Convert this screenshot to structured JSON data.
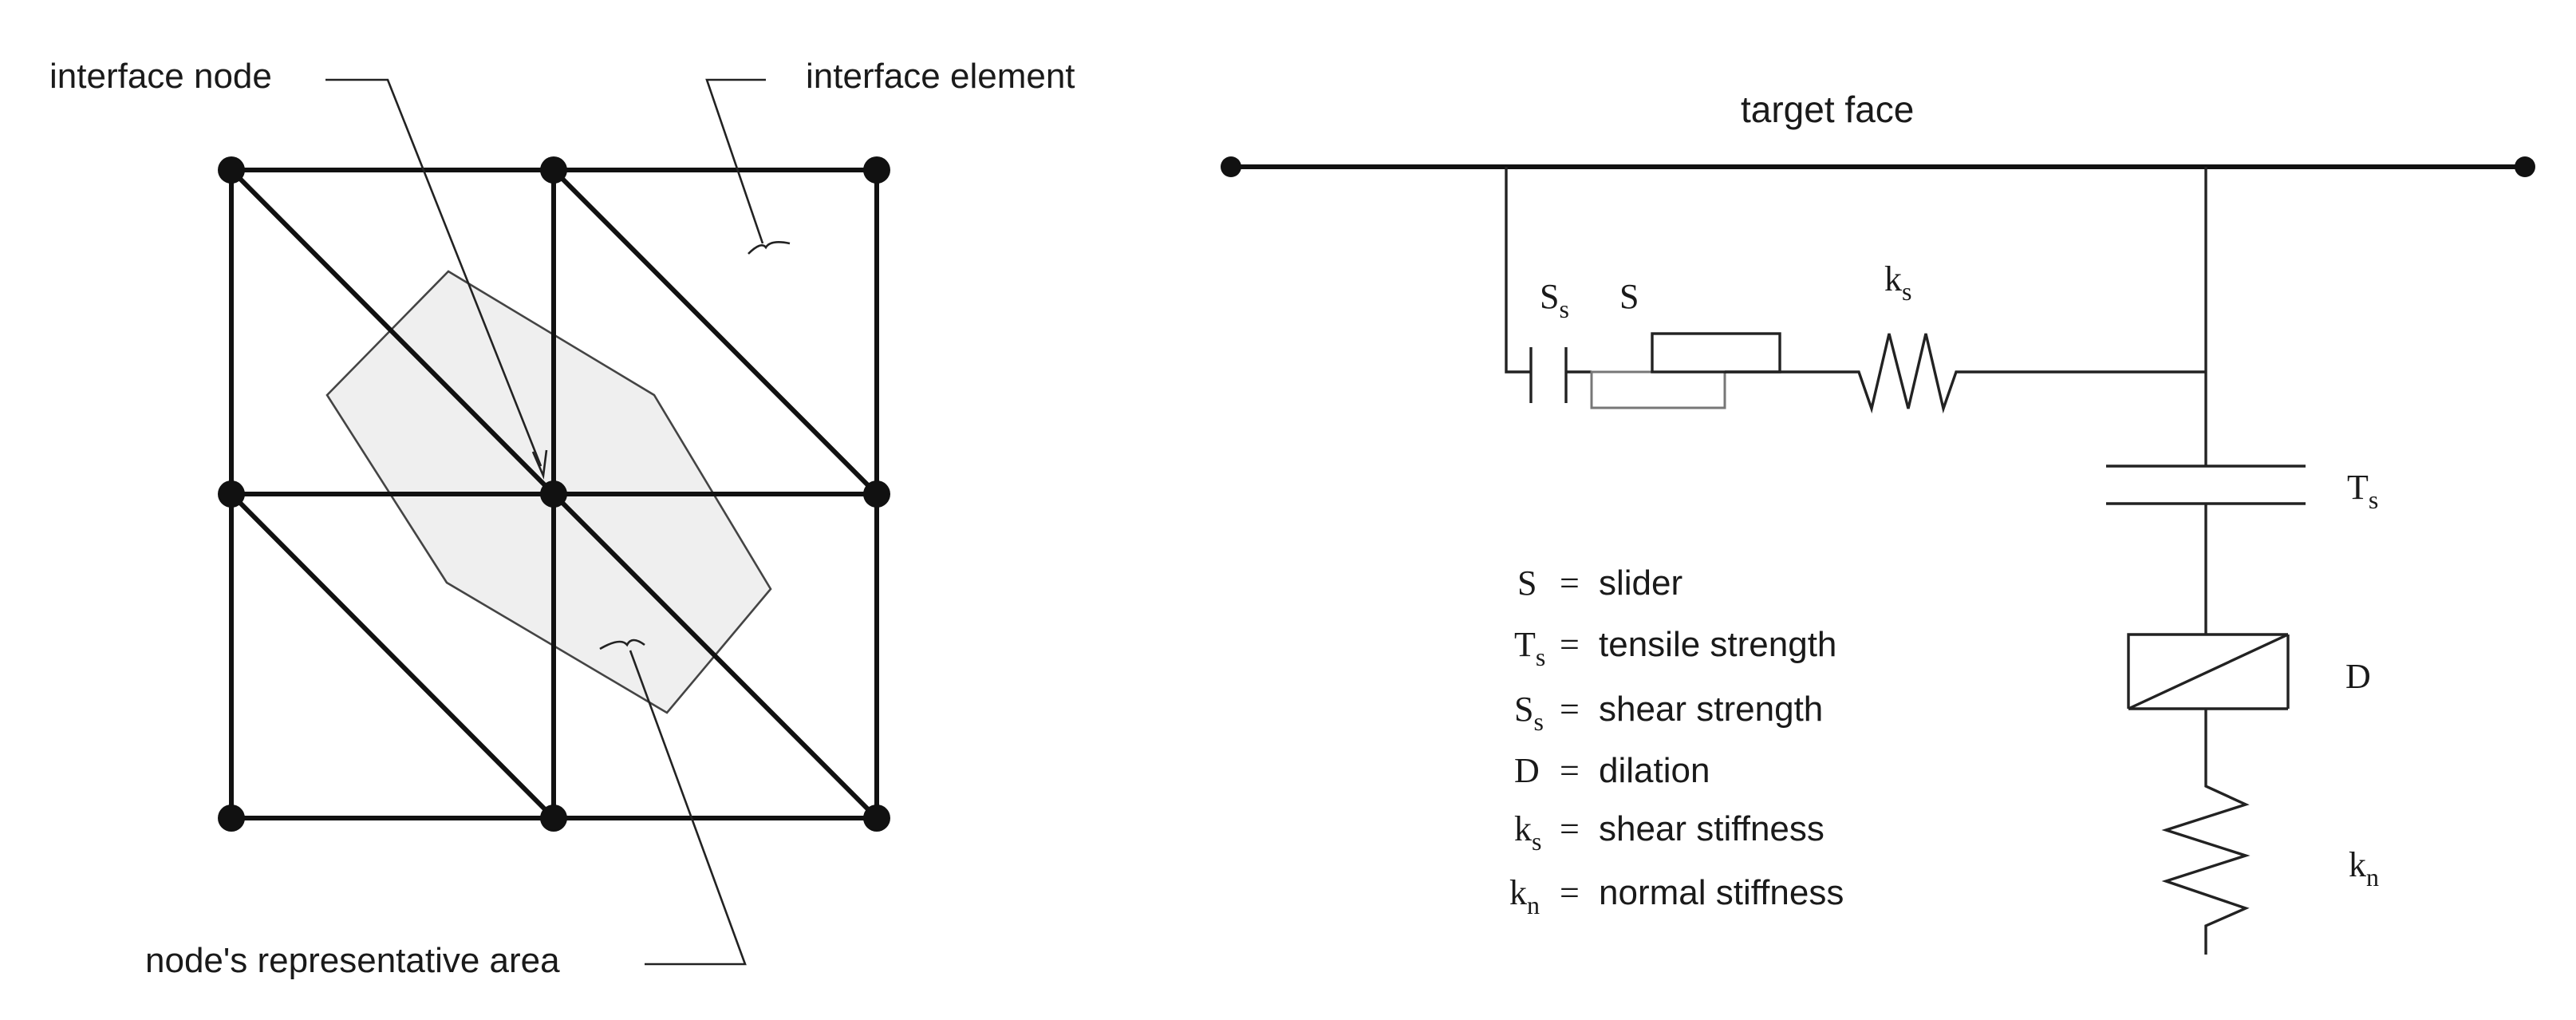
{
  "left_diagram": {
    "label_interface_node": "interface node",
    "label_interface_element": "interface element",
    "label_representative_area": "node's representative area"
  },
  "right_diagram": {
    "label_target_face": "target face",
    "component_labels": {
      "shear_strength_base": "S",
      "shear_strength_sub": "s",
      "slider": "S",
      "shear_stiffness_base": "k",
      "shear_stiffness_sub": "s",
      "tensile_strength_base": "T",
      "tensile_strength_sub": "s",
      "dilation": "D",
      "normal_stiffness_base": "k",
      "normal_stiffness_sub": "n"
    },
    "legend": [
      {
        "symbol": "S",
        "sub": "",
        "eq": "=",
        "desc": "slider"
      },
      {
        "symbol": "T",
        "sub": "s",
        "eq": "=",
        "desc": "tensile strength"
      },
      {
        "symbol": "S",
        "sub": "s",
        "eq": "=",
        "desc": "shear strength"
      },
      {
        "symbol": "D",
        "sub": "",
        "eq": "=",
        "desc": "dilation"
      },
      {
        "symbol": "k",
        "sub": "s",
        "eq": "=",
        "desc": "shear stiffness"
      },
      {
        "symbol": "k",
        "sub": "n",
        "eq": "=",
        "desc": "normal stiffness"
      }
    ]
  }
}
